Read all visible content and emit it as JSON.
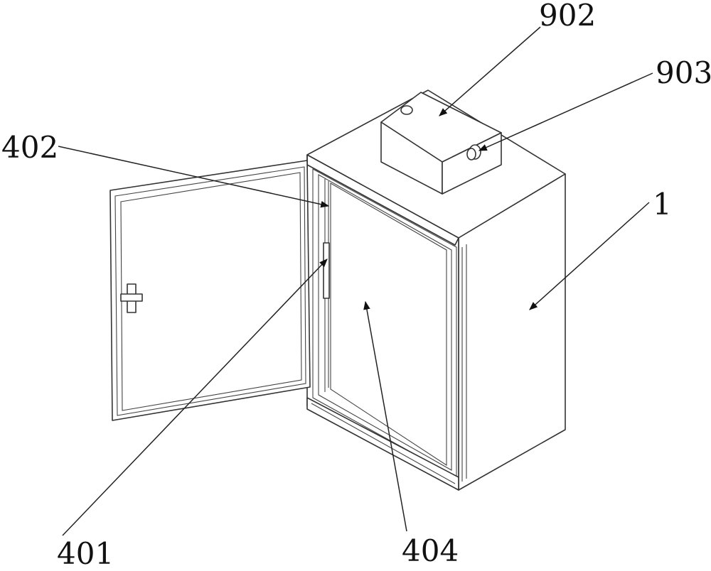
{
  "labels": {
    "l902": "902",
    "l903": "903",
    "l402": "402",
    "l1": "1",
    "l401": "401",
    "l404": "404"
  },
  "colors": {
    "line": "#333333",
    "background": "#ffffff"
  }
}
